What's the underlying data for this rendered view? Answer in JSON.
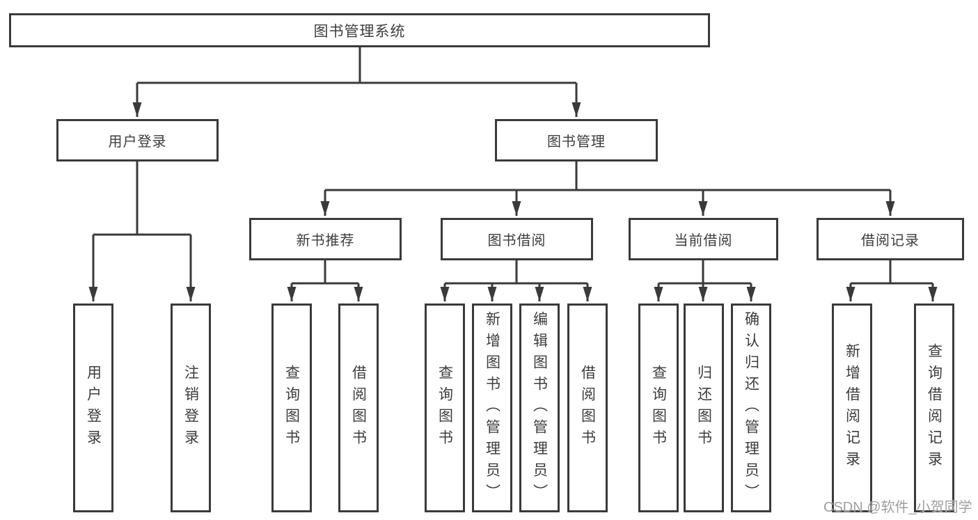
{
  "diagram": {
    "title": "图书管理系统",
    "root": {
      "label": "图书管理系统"
    },
    "level2": {
      "user_login": {
        "label": "用户登录"
      },
      "book_management": {
        "label": "图书管理"
      }
    },
    "level3": {
      "new_book_recommend": {
        "label": "新书推荐"
      },
      "book_borrow": {
        "label": "图书借阅"
      },
      "current_borrow": {
        "label": "当前借阅"
      },
      "borrow_records": {
        "label": "借阅记录"
      }
    },
    "leaves": {
      "user_login": [
        "用户登录",
        "注销登录"
      ],
      "new_book_recommend": [
        "查询图书",
        "借阅图书"
      ],
      "book_borrow": [
        "查询图书",
        "新增图书（管理员）",
        "编辑图书（管理员）",
        "借阅图书"
      ],
      "current_borrow": [
        "查询图书",
        "归还图书",
        "确认归还（管理员）"
      ],
      "borrow_records": [
        "新增借阅记录",
        "查询借阅记录"
      ]
    }
  },
  "watermark": {
    "text": "CSDN @软件_小贺同学"
  },
  "colors": {
    "line": "#3a3a3a",
    "text": "#3d3d3d",
    "background": "#ffffff",
    "watermark": "#9f9f9f"
  }
}
